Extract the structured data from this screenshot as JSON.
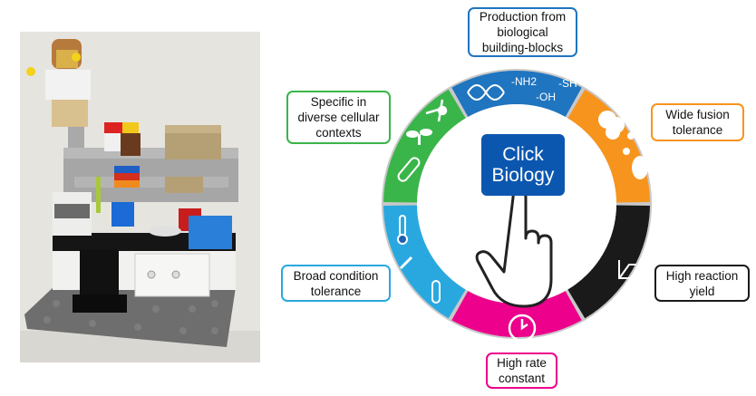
{
  "center_button": {
    "line1": "Click",
    "line2": "Biology"
  },
  "segments": [
    {
      "id": "production",
      "color": "#1f75bf",
      "label": "Production from biological building-blocks",
      "icon": "dna-icon",
      "chem": [
        "-NH2",
        "-OH",
        "-SH"
      ]
    },
    {
      "id": "fusion",
      "color": "#f7941d",
      "label": "Wide fusion tolerance",
      "icon": "protein-blob-icon"
    },
    {
      "id": "yield",
      "color": "#1a1a1a",
      "label": "High reaction yield",
      "icon": "yield-curve-icon"
    },
    {
      "id": "rate",
      "color": "#ec008c",
      "label": "High rate constant",
      "icon": "clock-icon"
    },
    {
      "id": "condition",
      "color": "#29a8e0",
      "label": "Broad condition tolerance",
      "icon": "thermometer-icon"
    },
    {
      "id": "cellular",
      "color": "#3ab54a",
      "label": "Specific in diverse cellular contexts",
      "icon": "cell-icon"
    }
  ],
  "labels": {
    "production": "Production from biological building-blocks",
    "cellular": "Specific in diverse cellular contexts",
    "fusion": "Wide fusion tolerance",
    "condition": "Broad condition tolerance",
    "yield": "High reaction yield",
    "rate": "High rate constant"
  },
  "chem_groups": {
    "nh2": "-NH",
    "nh2_sub": "2",
    "oh": "-OH",
    "sh": "-SH"
  }
}
